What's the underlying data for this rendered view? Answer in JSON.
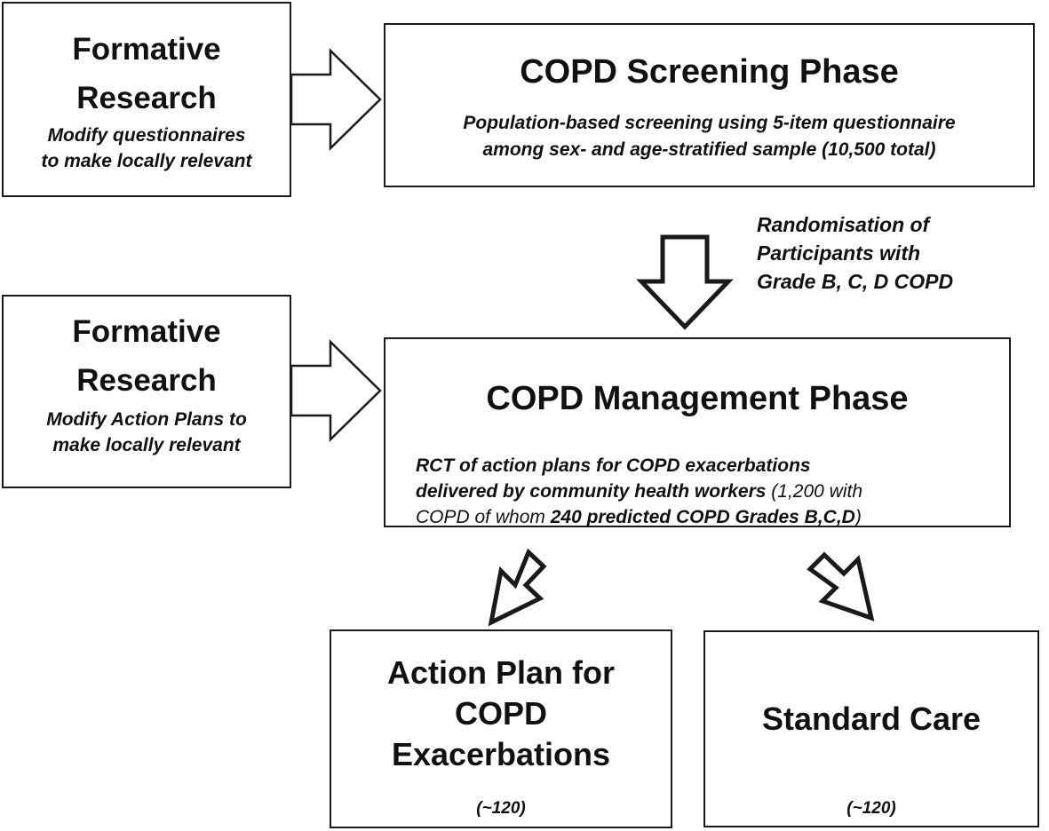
{
  "formative_1": {
    "title_line1": "Formative",
    "title_line2": "Research",
    "note_line1": "Modify questionnaires",
    "note_line2": "to make locally relevant"
  },
  "screening_phase": {
    "title": "COPD Screening Phase",
    "desc_line1": "Population-based screening using 5-item questionnaire",
    "desc_line2": "among sex- and age-stratified sample (10,500 total)"
  },
  "randomisation": {
    "line1": "Randomisation of",
    "line2": "Participants with",
    "line3": "Grade B, C, D COPD"
  },
  "formative_2": {
    "title_line1": "Formative",
    "title_line2": "Research",
    "note_line1": "Modify Action Plans to",
    "note_line2": "make locally relevant"
  },
  "management_phase": {
    "title": "COPD Management Phase",
    "rct_line1": "RCT of action plans for COPD exacerbations",
    "rct_line2_bold": "delivered by community health workers",
    "rct_line2_rest": " (1,200 with",
    "rct_line3_start": "COPD of whom ",
    "rct_line3_bold": "240 predicted COPD Grades B,C,D",
    "rct_line3_end": ")"
  },
  "action_plan": {
    "title_line1": "Action Plan for",
    "title_line2": "COPD",
    "title_line3": "Exacerbations",
    "count": "(~120)"
  },
  "standard_care": {
    "title": "Standard Care",
    "count": "(~120)"
  }
}
